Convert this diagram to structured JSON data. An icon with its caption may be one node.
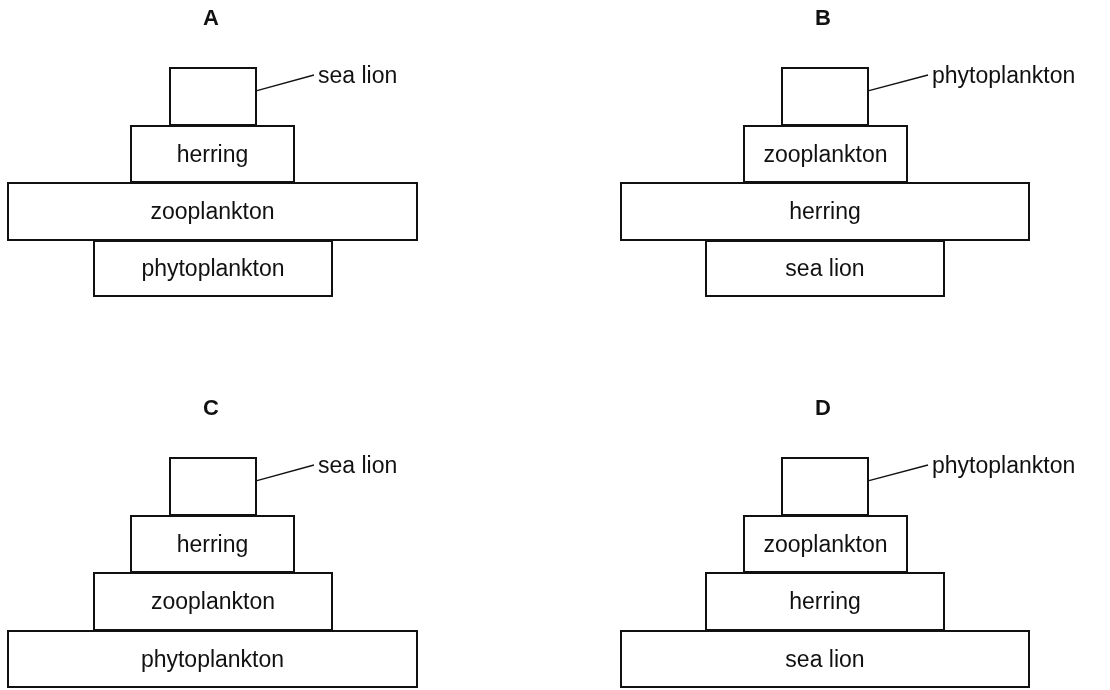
{
  "diagram": {
    "nodes": [
      {
        "text": [],
        "shape": "box"
      },
      {
        "text": [
          "sea lion"
        ]
      },
      {
        "text": [
          "herring"
        ]
      },
      {
        "text": [
          "zooplankton"
        ]
      },
      {
        "text": [
          "phytoplankton"
        ]
      },
      {
        "text": [],
        "shape": "box"
      },
      {
        "text": [
          "phytoplankton"
        ]
      },
      {
        "text": [
          "zooplankton"
        ]
      },
      {
        "text": [
          "herring"
        ]
      },
      {
        "text": [
          "sea lion"
        ]
      },
      {
        "text": [],
        "shape": "box"
      },
      {
        "text": [
          "sea lion"
        ]
      },
      {
        "text": [
          "herring"
        ]
      },
      {
        "text": [
          "zooplankton"
        ]
      },
      {
        "text": [
          "phytoplankton"
        ]
      },
      {
        "text": [],
        "shape": "box"
      },
      {
        "text": [
          "phytoplankton"
        ]
      },
      {
        "text": [
          "zooplankton"
        ]
      },
      {
        "text": [
          "herring"
        ]
      },
      {
        "text": [
          "sea lion"
        ]
      }
    ],
    "edges": [
      {
        "from": 1,
        "to": 0,
        "arrow": "none"
      },
      {
        "from": 6,
        "to": 5,
        "arrow": "none"
      },
      {
        "from": 11,
        "to": 10,
        "arrow": "none"
      },
      {
        "from": 16,
        "to": 15,
        "arrow": "none"
      }
    ],
    "labels": [
      "A",
      "B",
      "C",
      "D"
    ]
  }
}
